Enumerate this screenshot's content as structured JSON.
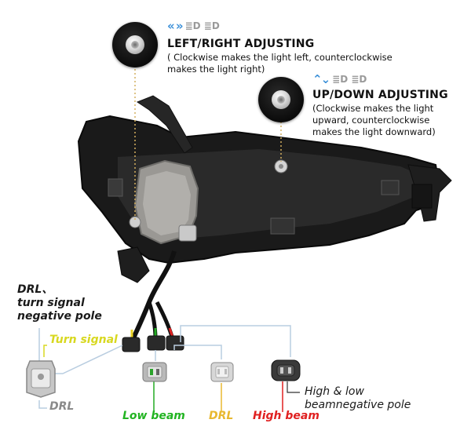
{
  "left_right": {
    "icons": {
      "arrows": "«»",
      "beam_icons": "headlight-beam-icons"
    },
    "title": "LEFT/RIGHT ADJUSTING",
    "desc_line1": "( Clockwise makes the light left, counterclockwise",
    "desc_line2": "makes the light right)"
  },
  "up_down": {
    "icons": {
      "arrows": "⌃⌄",
      "beam_icons": "headlight-beam-icons"
    },
    "title": "UP/DOWN ADJUSTING",
    "desc_line1": "(Clockwise makes the light",
    "desc_line2": "upward, counterclockwise",
    "desc_line3": "makes the light downward)"
  },
  "labels": {
    "drl_neg_line1": "DRL、",
    "drl_neg_line2": "turn signal",
    "drl_neg_line3": "negative pole",
    "turn_signal": "Turn signal",
    "drl_left": "DRL",
    "low_beam": "Low beam",
    "drl": "DRL",
    "high_beam": "High beam",
    "high_low_line1": "High & low",
    "high_low_line2": "beamnegative pole"
  },
  "colors": {
    "arrow_blue": "#3a8fd8",
    "turn_signal_yellow": "#d8d820",
    "low_beam_green": "#22b422",
    "drl_orange": "#e8b830",
    "high_beam_red": "#e02020",
    "leader_dotted": "#d4b060",
    "wire_line": "#b9cde0"
  }
}
